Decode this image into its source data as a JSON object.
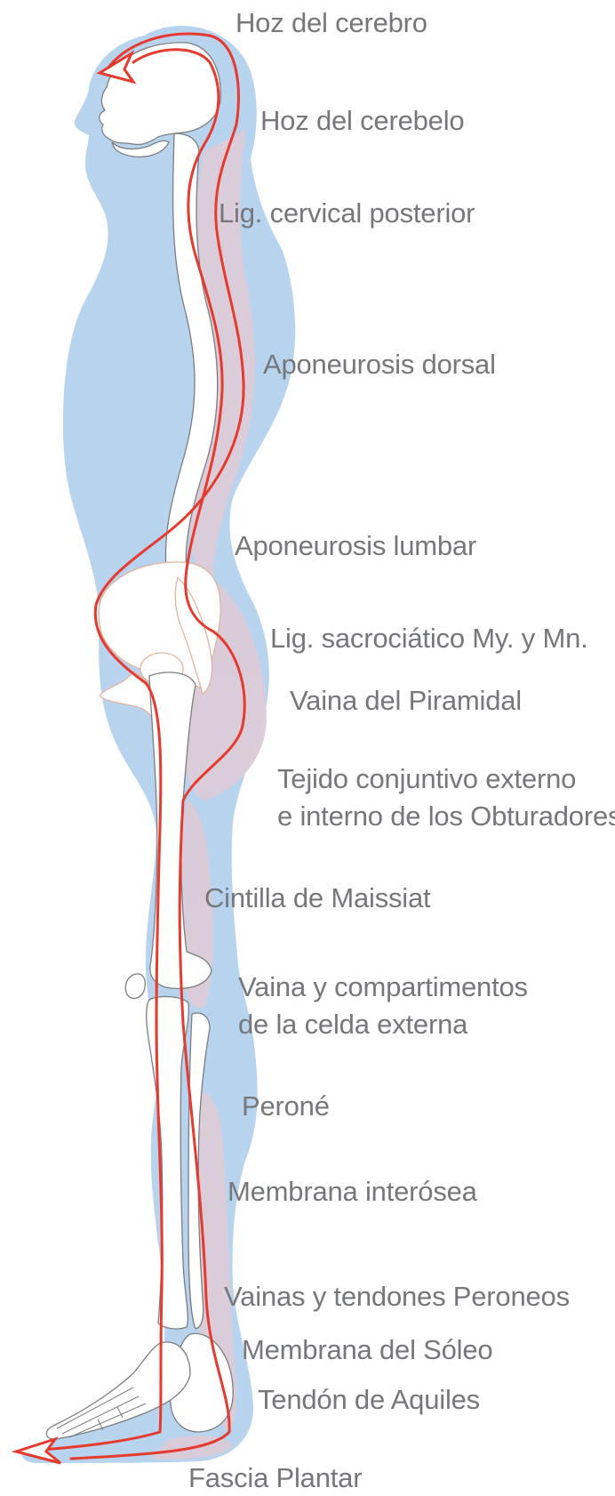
{
  "labels": {
    "hoz_cerebro": "Hoz del cerebro",
    "hoz_cerebelo": "Hoz del cerebelo",
    "lig_cervical": "Lig. cervical posterior",
    "aponeurosis_dorsal": "Aponeurosis dorsal",
    "aponeurosis_lumbar": "Aponeurosis lumbar",
    "lig_sacrociatico": "Lig. sacrociático My. y Mn.",
    "vaina_piramidal": "Vaina del Piramidal",
    "tejido_line1": "Tejido conjuntivo externo",
    "tejido_line2": "e interno de los Obturadores",
    "cintilla": "Cintilla de Maissiat",
    "vaina_comp_line1": "Vaina y compartimentos",
    "vaina_comp_line2": "de la celda externa",
    "perone": "Peroné",
    "membrana_interosea": "Membrana interósea",
    "vainas_peroneos": "Vainas y tendones Peroneos",
    "membrana_soleo": "Membrana del Sóleo",
    "tendon_aquiles": "Tendón de Aquiles",
    "fascia_plantar": "Fascia Plantar"
  },
  "colors": {
    "body_silhouette": "#b8d3ee",
    "bone_fill": "#ffffff",
    "bone_outline": "#7d7d80",
    "pelvis_outline": "#e2b4a0",
    "fascia_shading": "#dccbd8",
    "line_path": "#e63a2e",
    "label_text": "#76777a"
  },
  "icons": {
    "head_arrow": "arrowhead-left-icon",
    "foot_arrow": "arrowhead-left-icon"
  }
}
